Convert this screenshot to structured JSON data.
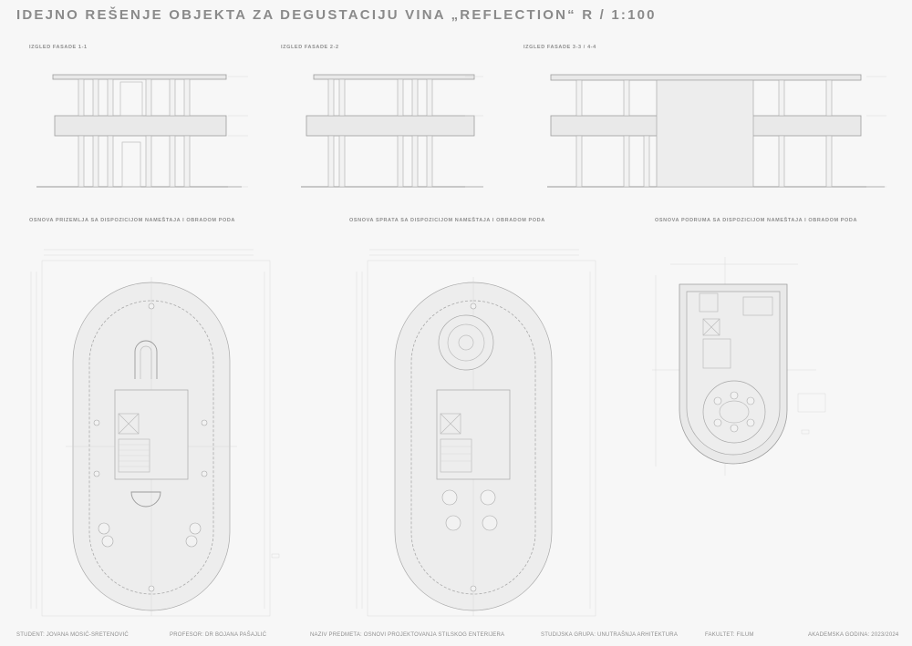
{
  "title": "IDEJNO REŠENJE OBJEKTA ZA DEGUSTACIJU VINA „REFLECTION“  R / 1:100",
  "facades": [
    {
      "label": "IZGLED FASADE 1-1"
    },
    {
      "label": "IZGLED FASADE 2-2"
    },
    {
      "label": "IZGLED FASADE 3-3 / 4-4"
    }
  ],
  "plans": [
    {
      "label": "OSNOVA PRIZEMLJA SA DISPOZICIJOM NAMEŠTAJA I OBRADOM PODA"
    },
    {
      "label": "OSNOVA SPRATA SA DISPOZICIJOM NAMEŠTAJA I OBRADOM PODA"
    },
    {
      "label": "OSNOVA PODRUMA SA DISPOZICIJOM NAMEŠTAJA I OBRADOM PODA"
    }
  ],
  "footer": {
    "student": "STUDENT: JOVANA MOSIĆ-SRETENOVIĆ",
    "professor": "PROFESOR: DR  BOJANA PAŠAJLIĆ",
    "subject": "NAZIV PREDMETA: OSNOVI PROJEKTOVANJA STILSKOG ENTERIJERA",
    "group": "STUDIJSKA GRUPA: UNUTRAŠNJA ARHITEKTURA",
    "faculty": "FAKULTET: FILUM",
    "year": "AKADEMSKA GODINA: 2023/2024"
  }
}
